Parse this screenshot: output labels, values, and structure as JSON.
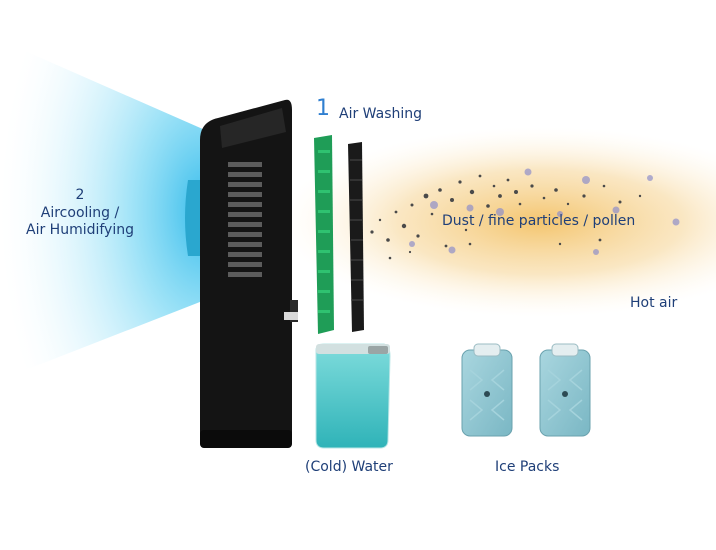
{
  "colors": {
    "label": "#1f3f78",
    "step_number": "#2f7fd0",
    "cool_air": "#2bb8ea",
    "warm_air": "#f2bb55",
    "device": "#141414",
    "filter_green": "#1f9d57",
    "water": "#45c6c8",
    "ice_pack": "#8cc4cf"
  },
  "icons": [
    "cool-air-glow",
    "hot-air-glow",
    "dust-particles"
  ],
  "labels": {
    "step1_number": "1",
    "step1_text": "Air Washing",
    "step2_number": "2",
    "step2_line1": "Aircooling /",
    "step2_line2": "Air Humidifying",
    "dust": "Dust / fine particles / pollen",
    "hot_air": "Hot air",
    "water": "(Cold) Water",
    "ice_packs": "Ice Packs"
  }
}
